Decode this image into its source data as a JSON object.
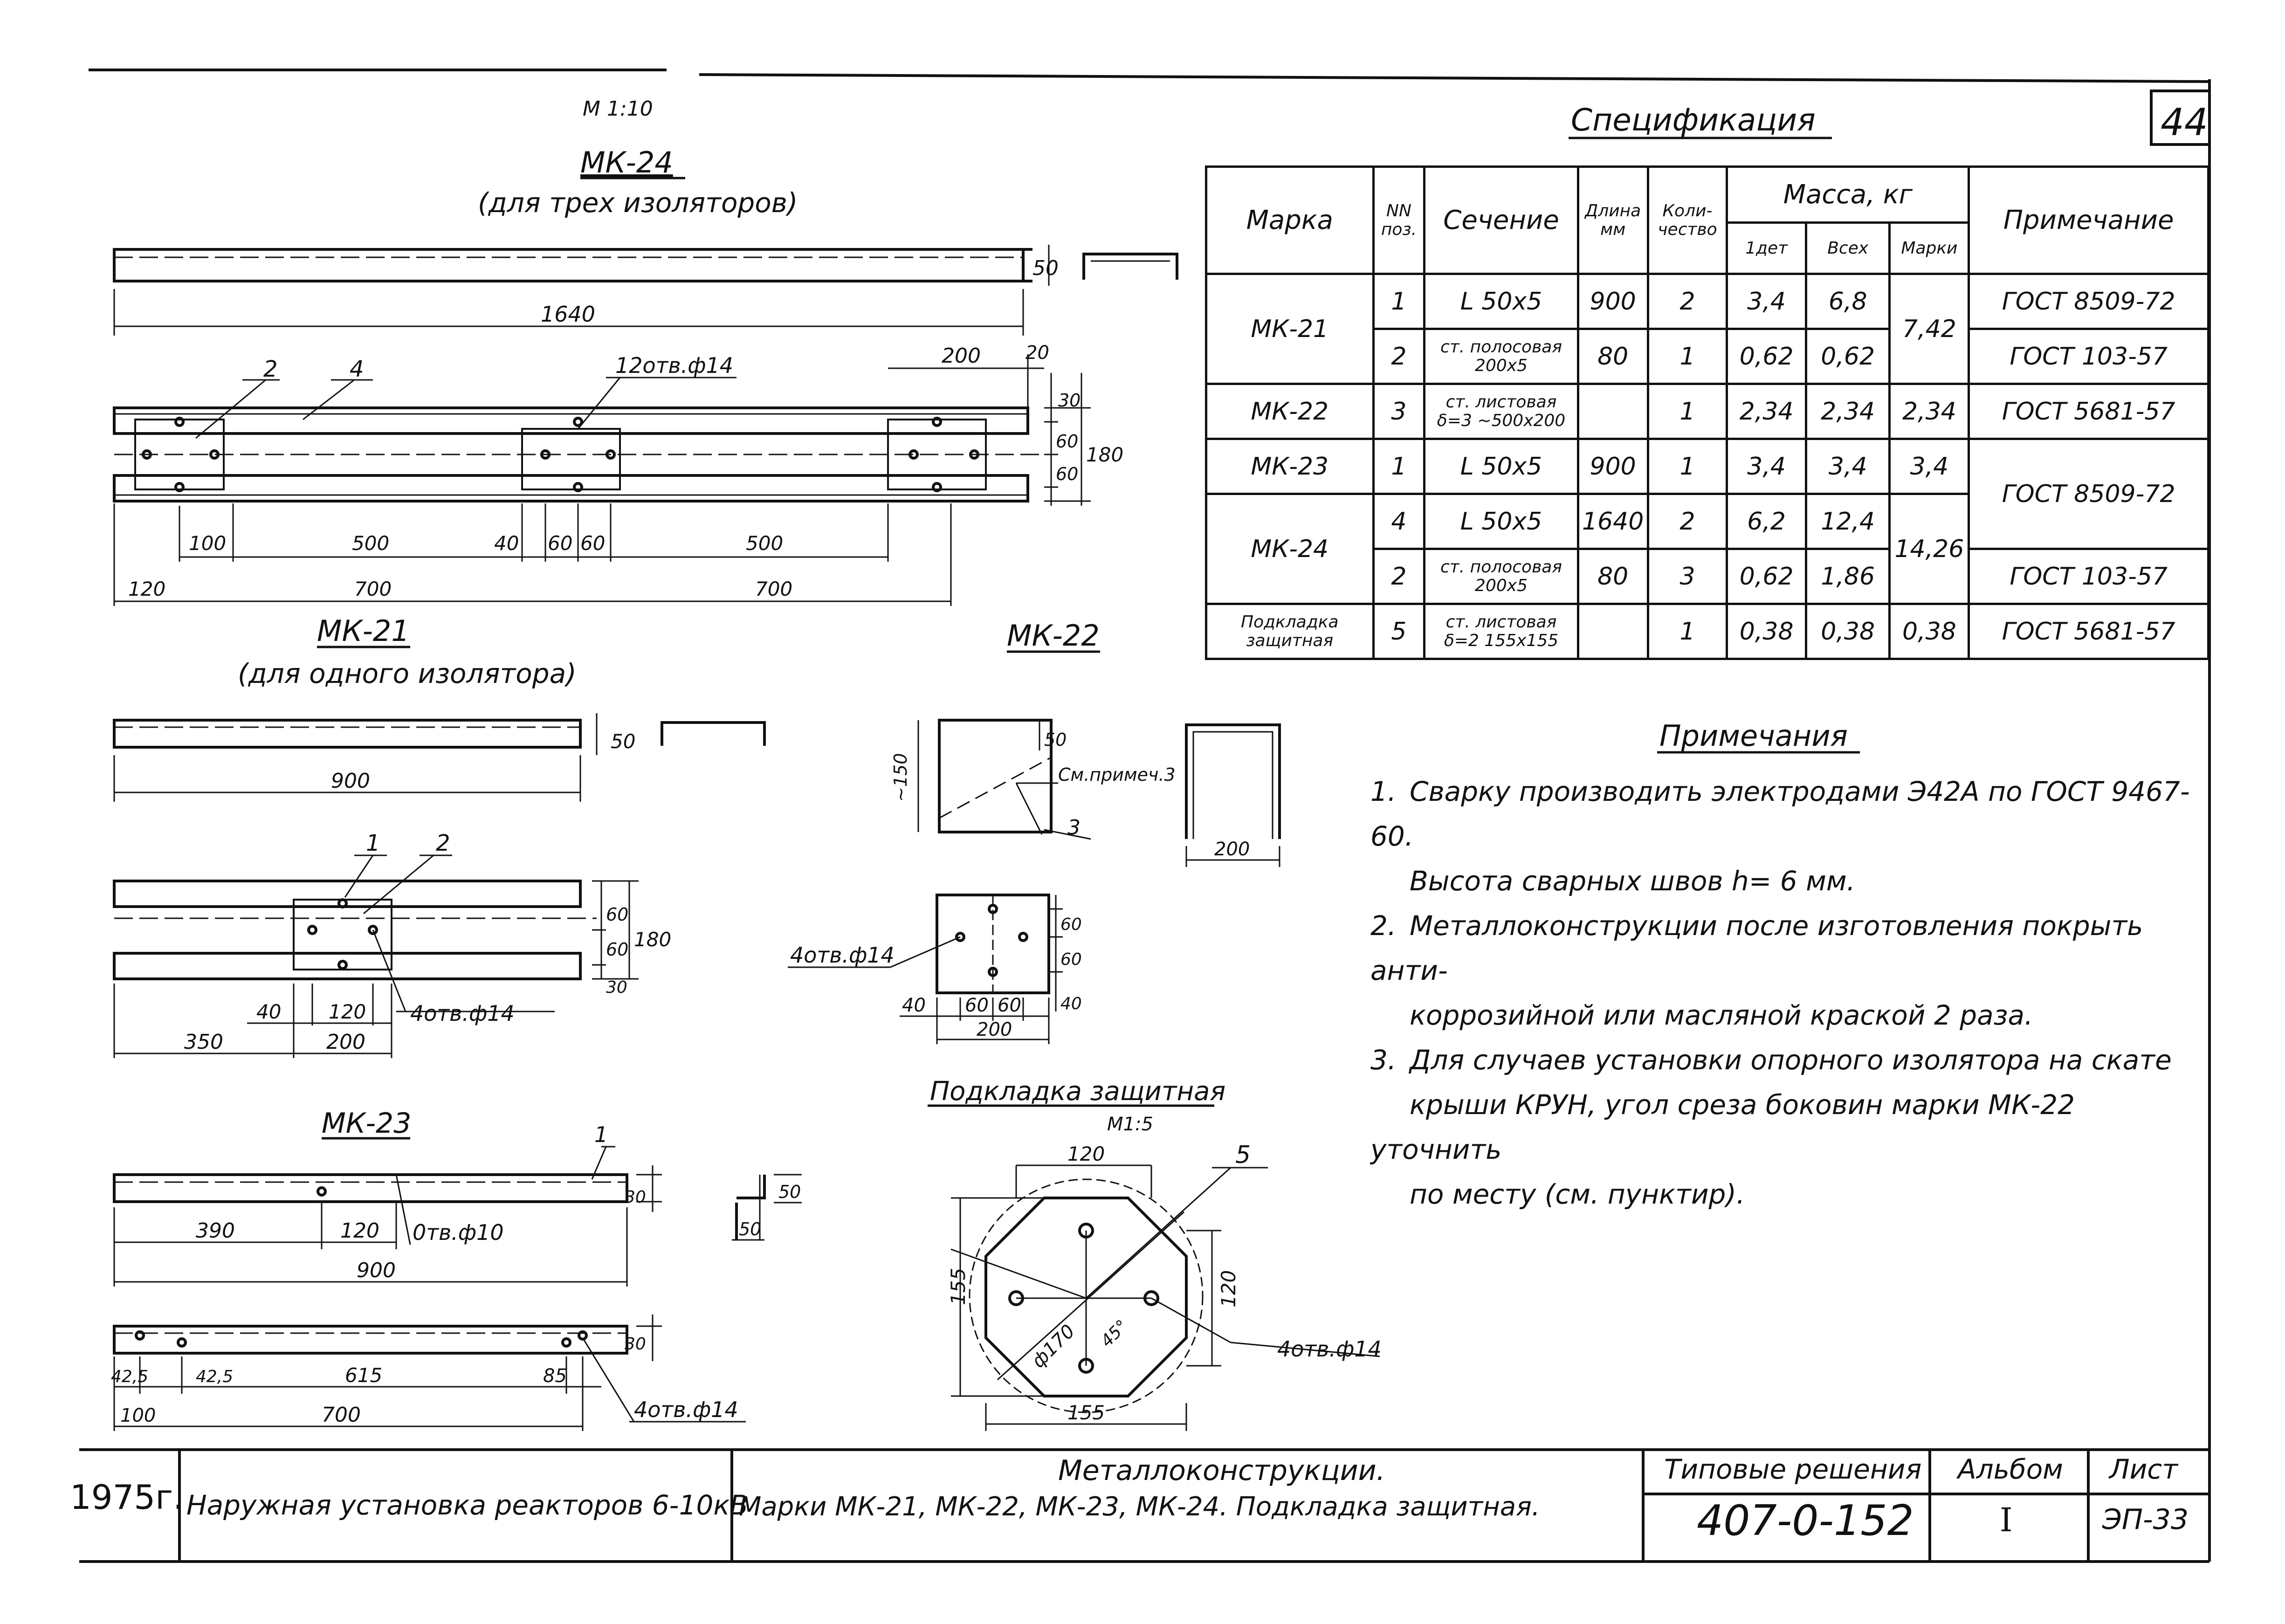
{
  "sheet": {
    "scale": "М 1:10",
    "sheet_number": "44",
    "year": "1975г.",
    "project_title": "Наружная установка реакторов 6-10кВ",
    "drawing_title_line1": "Металлоконструкции.",
    "drawing_title_line2": "Марки МК-21, МК-22, МК-23, МК-24. Подкладка защитная.",
    "typical_solutions_label": "Типовые решения",
    "typical_solutions_code": "407-0-152",
    "album_label": "Альбом",
    "album_value": "I",
    "sheet_label": "Лист",
    "sheet_value": "ЭП-33"
  },
  "views": {
    "mk24": {
      "title": "МК-24",
      "subtitle": "(для трех изоляторов)",
      "dims": {
        "len": "1640",
        "h50": "50",
        "d200": "200",
        "d20": "20",
        "holes": "12отв.ф14",
        "d30": "30",
        "d60a": "60",
        "d60b": "60",
        "d180": "180",
        "d100": "100",
        "d500a": "500",
        "d40": "40",
        "d60c": "60",
        "d60d": "60",
        "d500b": "500",
        "d120": "120",
        "d700a": "700",
        "d700b": "700",
        "pos2": "2",
        "pos4": "4"
      }
    },
    "mk21": {
      "title": "МК-21",
      "subtitle": "(для одного изолятора)",
      "dims": {
        "len": "900",
        "h50": "50",
        "pos1": "1",
        "pos2": "2",
        "d60a": "60",
        "d60b": "60",
        "d30": "30",
        "d180": "180",
        "d40": "40",
        "d120": "120",
        "holes": "4отв.ф14",
        "d350": "350",
        "d200": "200"
      }
    },
    "mk22": {
      "title": "МК-22",
      "dims": {
        "d150": "~150",
        "d50": "50",
        "note": "См.примеч.3",
        "pos3": "3",
        "w200": "200",
        "holes": "4отв.ф14",
        "d60a": "60",
        "d60b": "60",
        "d40a": "40",
        "d40b": "40",
        "d60c": "60",
        "d60d": "60",
        "w200b": "200"
      }
    },
    "mk23": {
      "title": "МК-23",
      "dims": {
        "pos1": "1",
        "d30": "30",
        "d390": "390",
        "d120": "120",
        "hole": "0тв.ф10",
        "len": "900",
        "d50a": "50",
        "d50b": "50",
        "d30b": "30",
        "d42a": "42,5",
        "d42b": "42,5",
        "d615": "615",
        "d85": "85",
        "holes": "4отв.ф14",
        "d100": "100",
        "d700": "700"
      }
    },
    "pad": {
      "title": "Подкладка защитная",
      "scale": "М1:5",
      "dims": {
        "d120": "120",
        "pos5": "5",
        "d155v": "155",
        "d120v": "120",
        "dia": "ф170",
        "ang": "45°",
        "holes": "4отв.ф14",
        "d155h": "155"
      }
    }
  },
  "spec": {
    "title": "Спецификация",
    "headers": {
      "mark": "Марка",
      "pos": "NN поз.",
      "section": "Сечение",
      "length": "Длина мм",
      "qty": "Коли-чество",
      "mass": "Масса, кг",
      "mass_one": "1дет",
      "mass_all": "Всех",
      "mass_mark": "Марки",
      "note": "Примечание"
    },
    "rows": [
      {
        "mark": "МК-21",
        "pos": "1",
        "section": "L 50х5",
        "length": "900",
        "qty": "2",
        "one": "3,4",
        "all": "6,8",
        "mark_mass": "7,42",
        "note": "ГОСТ 8509-72"
      },
      {
        "pos": "2",
        "section": "ст. полосовая 200х5",
        "length": "80",
        "qty": "1",
        "one": "0,62",
        "all": "0,62",
        "note": "ГОСТ 103-57"
      },
      {
        "mark": "МК-22",
        "pos": "3",
        "section": "ст. листовая δ=3 ~500х200",
        "length": "",
        "qty": "1",
        "one": "2,34",
        "all": "2,34",
        "mark_mass": "2,34",
        "note": "ГОСТ 5681-57"
      },
      {
        "mark": "МК-23",
        "pos": "1",
        "section": "L 50х5",
        "length": "900",
        "qty": "1",
        "one": "3,4",
        "all": "3,4",
        "mark_mass": "3,4",
        "note": "ГОСТ 8509-72"
      },
      {
        "mark": "МК-24",
        "pos": "4",
        "section": "L 50х5",
        "length": "1640",
        "qty": "2",
        "one": "6,2",
        "all": "12,4",
        "mark_mass": "14,26"
      },
      {
        "pos": "2",
        "section": "ст. полосовая 200х5",
        "length": "80",
        "qty": "3",
        "one": "0,62",
        "all": "1,86",
        "note": "ГОСТ 103-57"
      },
      {
        "mark": "Подкладка защитная",
        "pos": "5",
        "section": "ст. листовая δ=2 155х155",
        "length": "",
        "qty": "1",
        "one": "0,38",
        "all": "0,38",
        "mark_mass": "0,38",
        "note": "ГОСТ 5681-57"
      }
    ]
  },
  "notes": {
    "title": "Примечания",
    "items": [
      {
        "n": "1.",
        "l1": "Сварку производить электродами Э42А по ГОСТ 9467-60.",
        "l2": "Высота сварных швов h= 6 мм."
      },
      {
        "n": "2.",
        "l1": "Металлоконструкции после изготовления покрыть анти-",
        "l2": "коррозийной или масляной краской 2 раза."
      },
      {
        "n": "3.",
        "l1": "Для случаев установки опорного изолятора на скате",
        "l2": "крыши КРУН, угол среза боковин марки МК-22 уточнить",
        "l3": "по месту (см. пунктир)."
      }
    ]
  }
}
